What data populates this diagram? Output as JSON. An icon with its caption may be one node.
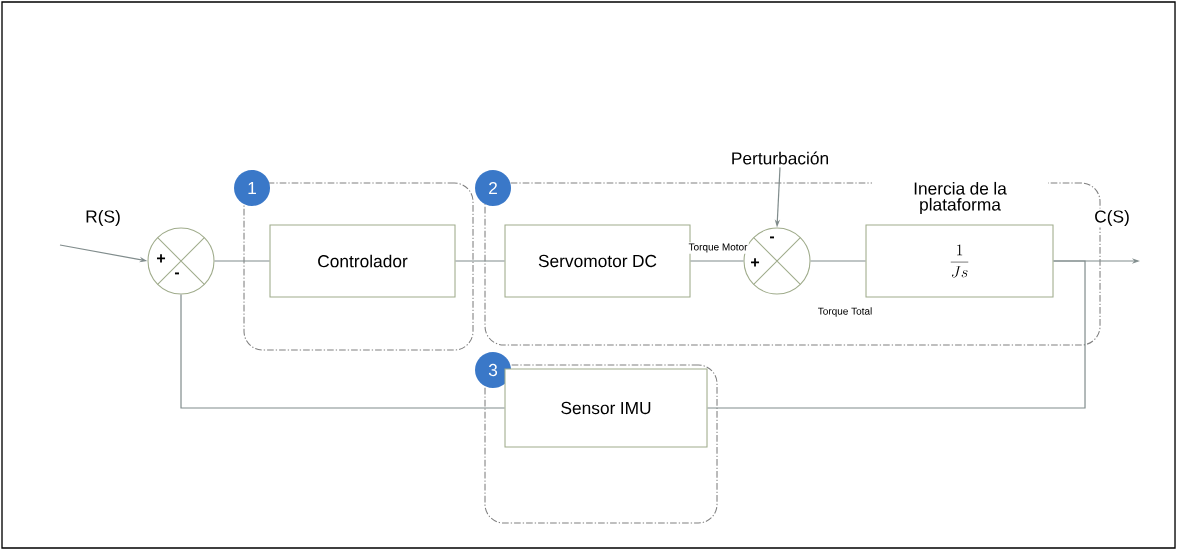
{
  "diagram": {
    "nodes": [
      {
        "text": [
          "+",
          "-"
        ]
      },
      {
        "text": [
          "1"
        ]
      },
      {
        "text": [
          "Controlador"
        ],
        "in": 1
      },
      {
        "text": [
          "2"
        ]
      },
      {
        "text": [
          "Servomotor DC"
        ],
        "in": 3
      },
      {
        "text": [
          "Perturbación"
        ]
      },
      {
        "text": [
          "-",
          "+"
        ],
        "in": 3
      },
      {
        "text": [
          "Inercia de la plataforma",
          "\\frac{1}{Js}"
        ],
        "in": 3
      },
      {
        "text": [
          "3"
        ]
      },
      {
        "text": [
          "Sensor IMU"
        ],
        "in": 8
      }
    ],
    "edges": [
      {
        "from": null,
        "to": 0,
        "arrow": "to",
        "label": "R(S)"
      },
      {
        "from": 0,
        "to": 2,
        "arrow": "none"
      },
      {
        "from": 2,
        "to": 4,
        "arrow": "none"
      },
      {
        "from": 4,
        "to": 6,
        "arrow": "none",
        "label": "Torque Motor"
      },
      {
        "from": 5,
        "to": 6,
        "arrow": "to"
      },
      {
        "from": 6,
        "to": 7,
        "arrow": "none",
        "label": "Torque Total"
      },
      {
        "from": 7,
        "to": null,
        "arrow": "to",
        "label": "C(S)"
      },
      {
        "from": 7,
        "to": 9,
        "arrow": "none"
      },
      {
        "from": 9,
        "to": 0,
        "arrow": "none"
      }
    ]
  }
}
